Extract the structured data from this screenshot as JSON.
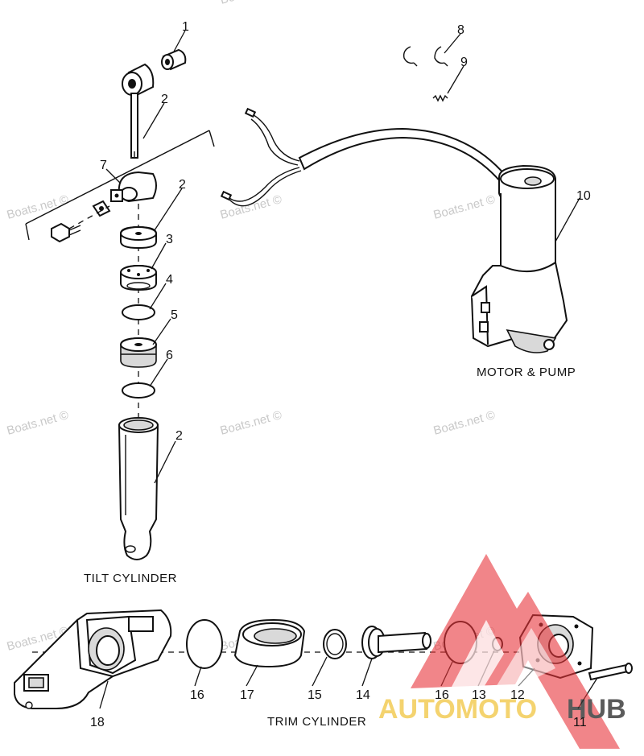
{
  "captions": {
    "tilt_cylinder": "TILT CYLINDER",
    "motor_pump": "MOTOR & PUMP",
    "trim_cylinder": "TRIM CYLINDER"
  },
  "watermark": "Boats.net ©",
  "logo": {
    "text_left": "AUTOMOTO",
    "text_right": "HUB",
    "color_red": "#e8343a",
    "color_yellow": "#f2c94c",
    "color_dark": "#333333"
  },
  "callouts": {
    "c1": "1",
    "c2a": "2",
    "c2b": "2",
    "c2c": "2",
    "c3": "3",
    "c4": "4",
    "c5": "5",
    "c6": "6",
    "c7": "7",
    "c8": "8",
    "c9": "9",
    "c10": "10",
    "c11": "11",
    "c12": "12",
    "c13": "13",
    "c14": "14",
    "c15": "15",
    "c16a": "16",
    "c16b": "16",
    "c17": "17",
    "c18": "18"
  }
}
